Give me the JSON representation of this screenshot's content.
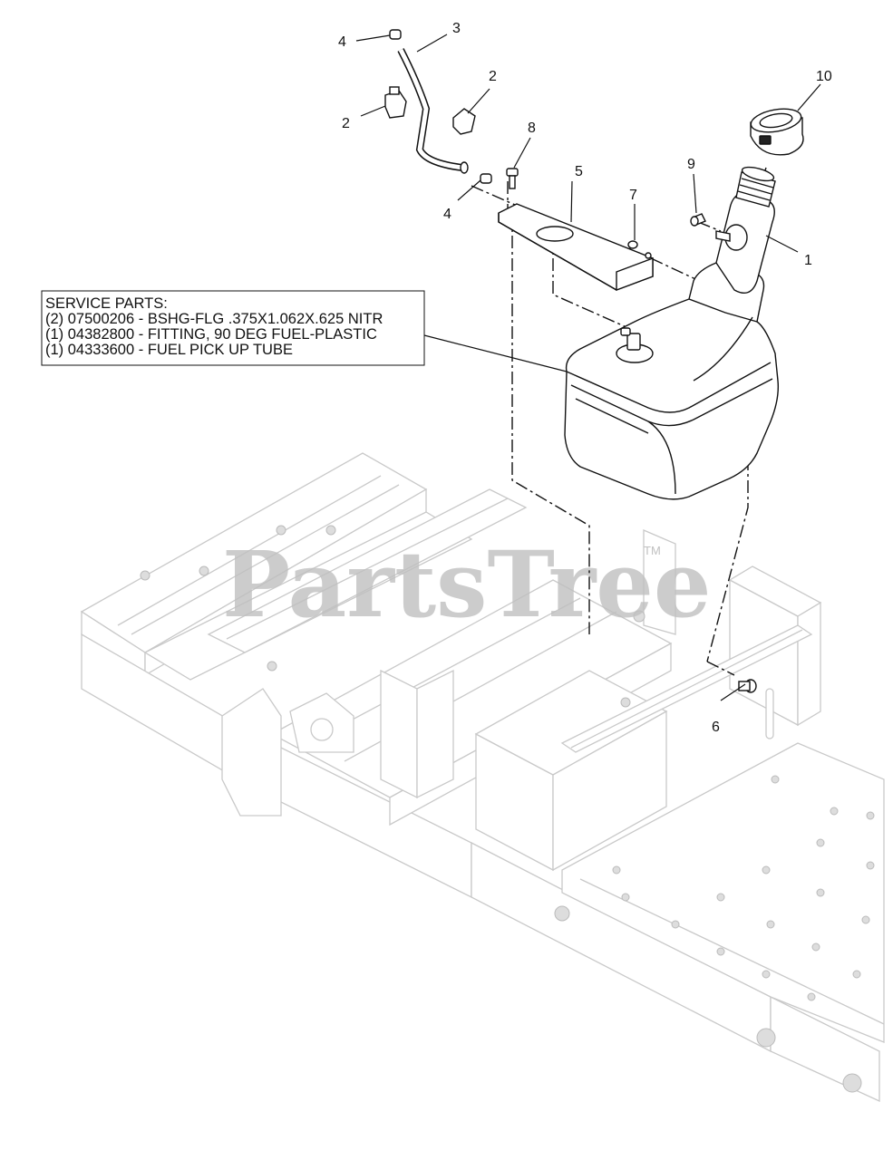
{
  "callouts": {
    "c1": "1",
    "c2a": "2",
    "c2b": "2",
    "c3": "3",
    "c4a": "4",
    "c4b": "4",
    "c5": "5",
    "c6": "6",
    "c7": "7",
    "c8": "8",
    "c9": "9",
    "c10": "10"
  },
  "service_parts": {
    "heading": "SERVICE PARTS:",
    "lines": [
      "(2) 07500206 - BSHG-FLG .375X1.062X.625 NITR",
      "(1) 04382800 - FITTING, 90 DEG FUEL-PLASTIC",
      "(1) 04333600 - FUEL PICK UP TUBE"
    ]
  },
  "watermark": {
    "text": "PartsTree",
    "tm": "TM"
  }
}
